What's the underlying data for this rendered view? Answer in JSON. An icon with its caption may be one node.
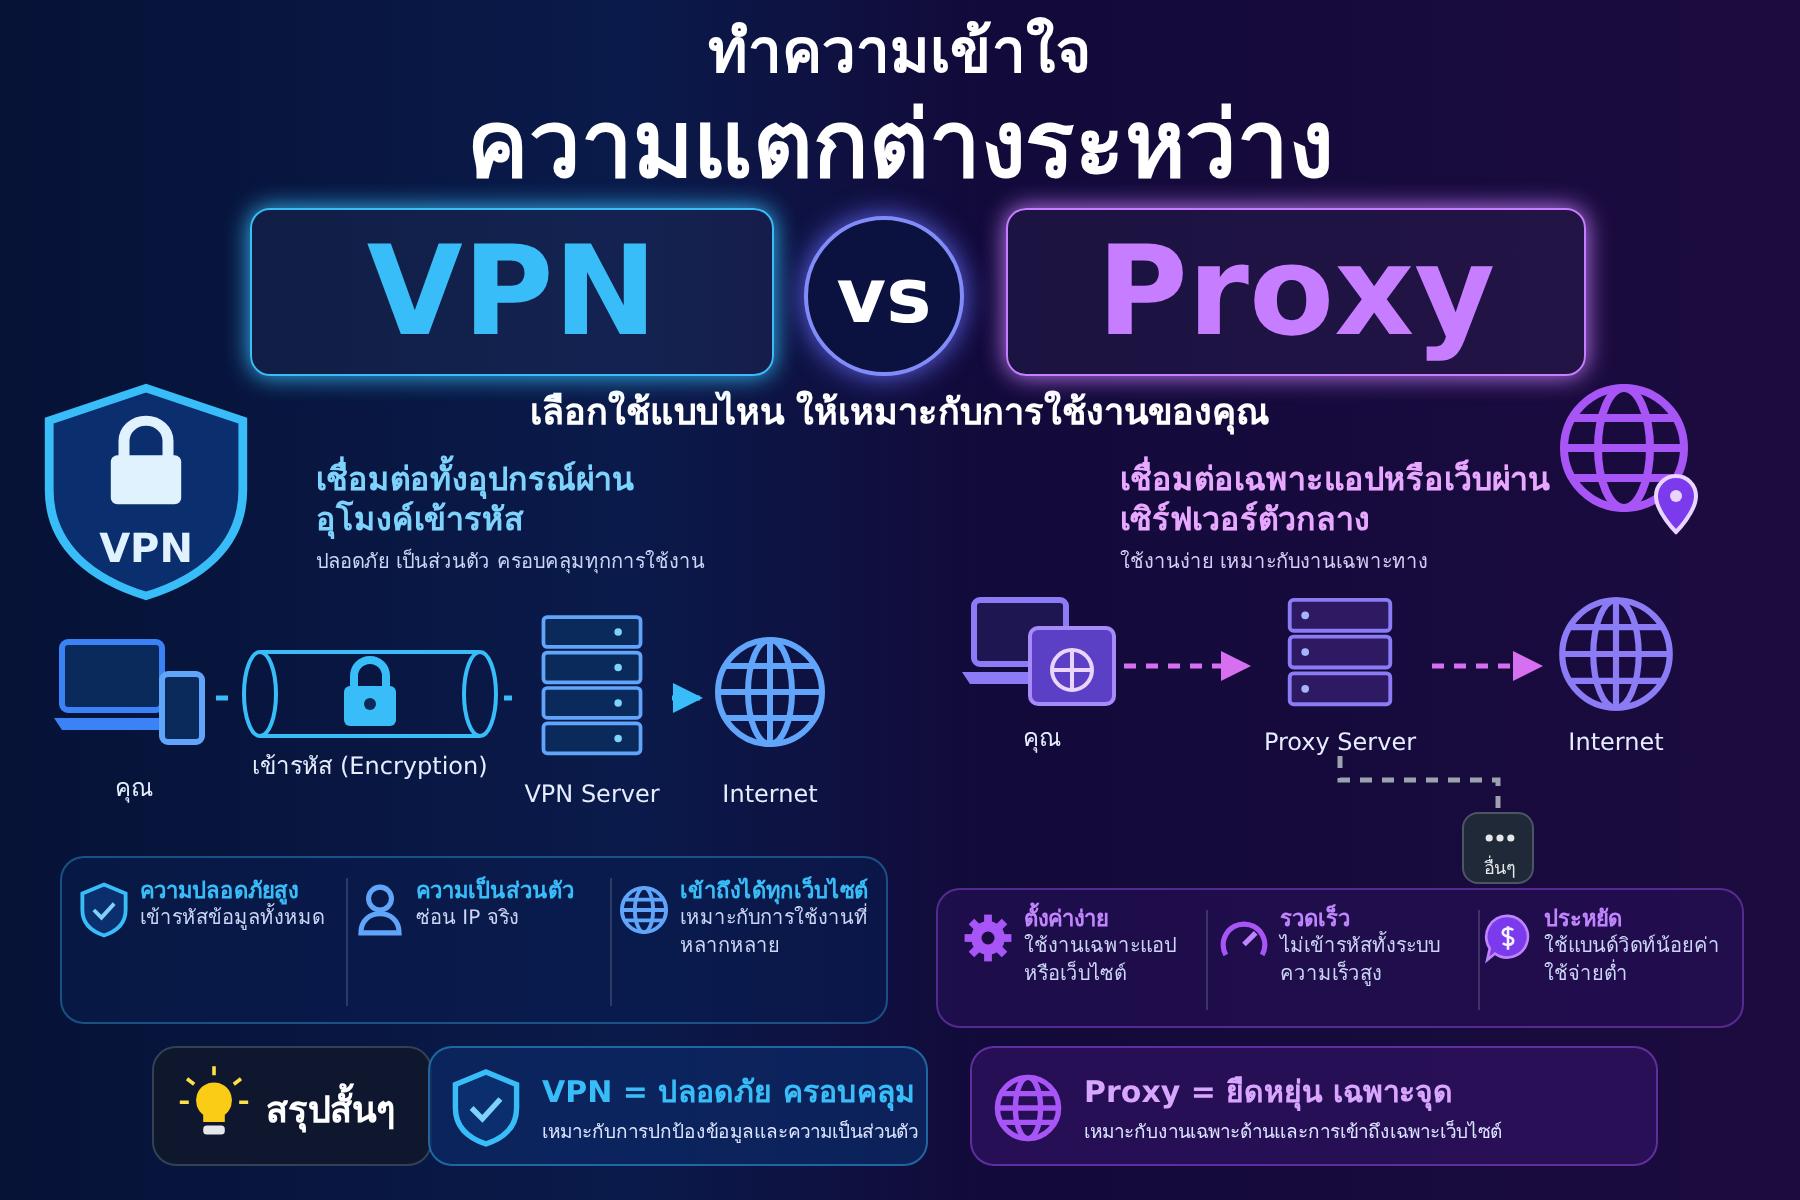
{
  "diagram": {
    "nodes": [
      {
        "text": [
          "VPN"
        ]
      },
      {
        "text": [
          "vs"
        ]
      },
      {
        "text": [
          "Proxy"
        ]
      },
      {
        "text": [
          "VPN"
        ]
      },
      {
        "text": [
          "คุณ"
        ]
      },
      {
        "text": [
          "เข้ารหัส (Encryption)"
        ]
      },
      {
        "text": [
          "VPN Server"
        ]
      },
      {
        "text": [
          "Internet"
        ]
      },
      {
        "text": [
          "คุณ"
        ]
      },
      {
        "text": [
          "Proxy Server"
        ]
      },
      {
        "text": [
          "Internet"
        ]
      },
      {
        "text": [
          "อื่นๆ"
        ]
      },
      {
        "text": [],
        "shape": "box"
      },
      {
        "text": [
          "ความปลอดภัยสูง",
          "เข้ารหัสข้อมูลทั้งหมด"
        ],
        "in": 12
      },
      {
        "text": [
          "ความเป็นส่วนตัว",
          "ซ่อน IP จริง"
        ],
        "in": 12
      },
      {
        "text": [
          "เข้าถึงได้ทุกเว็บไซต์",
          "เหมาะกับการใช้งานที่หลากหลาย"
        ],
        "in": 12
      },
      {
        "text": [],
        "shape": "box"
      },
      {
        "text": [
          "ตั้งค่าง่าย",
          "ใช้งานเฉพาะแอปหรือเว็บไซต์"
        ],
        "in": 16
      },
      {
        "text": [
          "รวดเร็ว",
          "ไม่เข้ารหัสทั้งระบบความเร็วสูง"
        ],
        "in": 16
      },
      {
        "text": [
          "ประหยัด",
          "ใช้แบนด์วิดท์น้อยค่าใช้จ่ายต่ำ"
        ],
        "in": 16
      },
      {
        "text": [
          "สรุปสั้นๆ"
        ]
      },
      {
        "text": [
          "VPN = ปลอดภัย ครอบคลุม",
          "เหมาะกับการปกป้องข้อมูลและความเป็นส่วนตัว"
        ]
      },
      {
        "text": [
          "Proxy = ยืดหยุ่น เฉพาะจุด",
          "เหมาะกับงานเฉพาะด้านและการเข้าถึงเฉพาะเว็บไซต์"
        ]
      }
    ],
    "edges": [
      {
        "from": 4,
        "to": 5,
        "arrow": "none",
        "style": "dashed",
        "color": "#38bdf8"
      },
      {
        "from": 5,
        "to": 6,
        "arrow": "none",
        "style": "dashed",
        "color": "#38bdf8"
      },
      {
        "from": 6,
        "to": 7,
        "arrow": "to",
        "style": "dashed",
        "color": "#38bdf8"
      },
      {
        "from": 8,
        "to": 9,
        "arrow": "to",
        "style": "dashed",
        "color": "#d670f0"
      },
      {
        "from": 9,
        "to": 10,
        "arrow": "to",
        "style": "dashed",
        "color": "#d670f0"
      },
      {
        "from": 9,
        "to": 11,
        "arrow": "none",
        "style": "dashed",
        "color": "#9ca3af"
      }
    ],
    "labels": [
      "ทำความเข้าใจ",
      "ความแตกต่างระหว่าง",
      "เลือกใช้แบบไหน ให้เหมาะกับการใช้งานของคุณ",
      "เชื่อมต่อทั้งอุปกรณ์ผ่านอุโมงค์เข้ารหัส",
      "ปลอดภัย เป็นส่วนตัว ครอบคลุมทุกการใช้งาน",
      "เชื่อมต่อเฉพาะแอปหรือเว็บผ่านเซิร์ฟเวอร์ตัวกลาง",
      "ใช้งานง่าย เหมาะกับงานเฉพาะทาง"
    ]
  }
}
